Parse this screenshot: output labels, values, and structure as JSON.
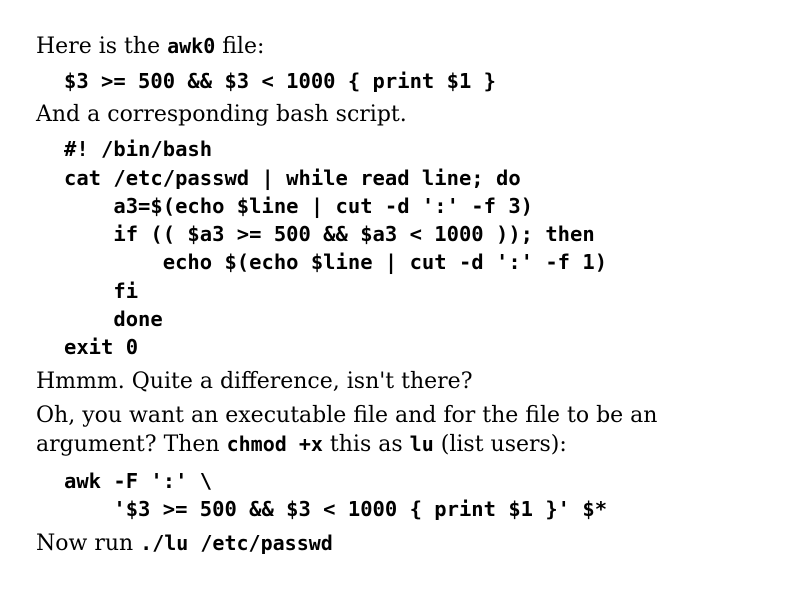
{
  "intro": {
    "before": "Here is the ",
    "code": "awk0",
    "after": " file:"
  },
  "awk_line": "$3 >= 500 && $3 < 1000 { print $1 }",
  "bash_intro": "And a corresponding bash script.",
  "bash_lines": [
    "#! /bin/bash",
    "cat /etc/passwd | while read line; do",
    "    a3=$(echo $line | cut -d ':' -f 3)",
    "    if (( $a3 >= 500 && $a3 < 1000 )); then",
    "        echo $(echo $line | cut -d ':' -f 1)",
    "    fi",
    "    done",
    "exit 0"
  ],
  "remark": "Hmmm. Quite a difference, isn't there?",
  "exec_para": {
    "line1": "Oh, you want an executable file and for the file to be an",
    "line2_before": "argument? Then ",
    "line2_code1": "chmod +x",
    "line2_middle": " this as ",
    "line2_code2": "lu",
    "line2_after": " (list users):"
  },
  "lu_lines": [
    "awk -F ':' \\",
    "    '$3 >= 500 && $3 < 1000 { print $1 }' $*"
  ],
  "run": {
    "before": "Now run ",
    "code": "./lu /etc/passwd"
  }
}
